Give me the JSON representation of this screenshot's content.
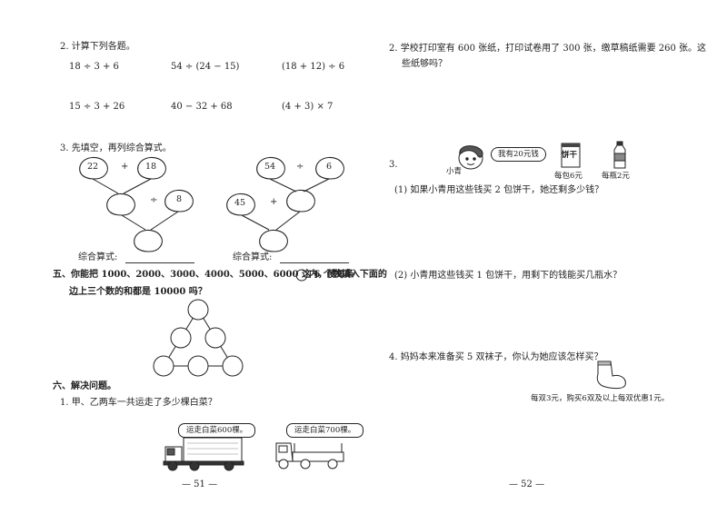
{
  "left": {
    "q2_title": "2. 计算下列各题。",
    "exprs": [
      "18 ÷ 3 + 6",
      "54 ÷ (24 − 15)",
      "(18 + 12) ÷ 6",
      "15 ÷ 3 + 26",
      "40 − 32 + 68",
      "(4 + 3) × 7"
    ],
    "q3_title": "3. 先填空，再列综合算式。",
    "tree1": {
      "a": "22",
      "op1": "+",
      "b": "18",
      "c": "8",
      "op2": "÷"
    },
    "tree2": {
      "a": "54",
      "op1": "÷",
      "b": "6",
      "c": "45",
      "op2": "+"
    },
    "formula_label": "综合算式:",
    "sec5_line1": "五、你能把 1000、2000、3000、4000、5000、6000 这 6 个数填入下面的",
    "sec5_line1_end": "内，使每条",
    "sec5_line2": "边上三个数的和都是 10000 吗？",
    "sec6_title": "六、解决问题。",
    "q1": "1. 甲、乙两车一共运走了多少棵白菜？",
    "truck1_label": "运走白菜600棵。",
    "truck2_label": "运走白菜700棵。",
    "page": "— 51 —"
  },
  "right": {
    "q2_line1": "2. 学校打印室有 600 张纸，打印试卷用了 300 张，缴草稿纸需要 260 张。这",
    "q2_line2": "些纸够吗？",
    "q3_num": "3.",
    "name": "小青",
    "speech": "我有20元钱",
    "biscuit_tag": "饼干",
    "biscuit_price": "每包6元",
    "water_price": "每瓶2元",
    "q3_1": "(1) 如果小青用这些钱买 2 包饼干，她还剩多少钱？",
    "q3_2": "(2) 小青用这些钱买 1 包饼干，用剩下的钱能买几瓶水？",
    "q4": "4. 妈妈本来准备买 5 双袜子，你认为她应该怎样买？",
    "sock_offer": "每双3元，购买6双及以上每双优惠1元。",
    "page": "— 52 —"
  }
}
